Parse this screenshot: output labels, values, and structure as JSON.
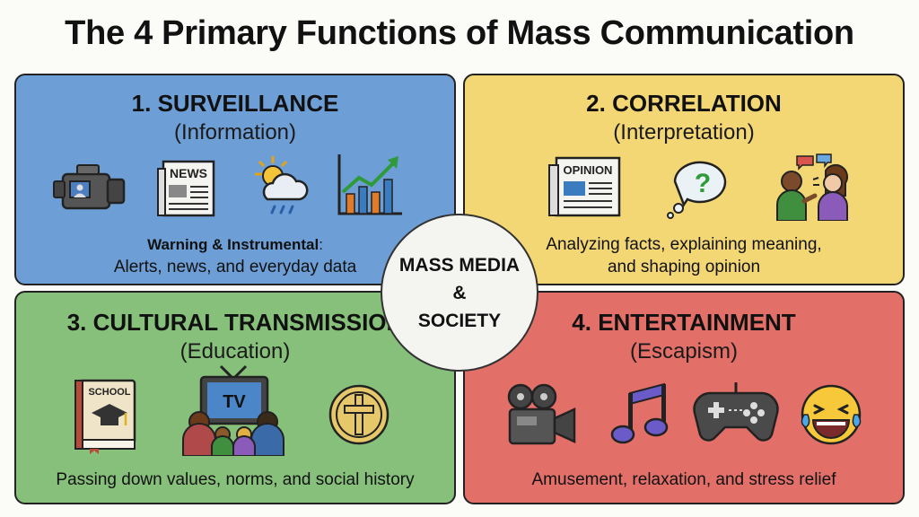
{
  "title": "The 4 Primary Functions of Mass Communication",
  "center": {
    "line1": "MASS MEDIA",
    "line2": "&",
    "line3": "SOCIETY"
  },
  "panels": [
    {
      "title": "1. SURVEILLANCE",
      "subtitle": "(Information)",
      "desc_bold": "Warning & Instrumental",
      "desc_after_bold": ":",
      "desc_line2": "Alerts, news, and everyday data",
      "icon_labels": {
        "news": "NEWS"
      },
      "icons": [
        "video-camera-icon",
        "newspaper-icon",
        "weather-icon",
        "growth-chart-icon"
      ],
      "color": "#6d9fd6"
    },
    {
      "title": "2. CORRELATION",
      "subtitle": "(Interpretation)",
      "desc_line1": "Analyzing facts, explaining meaning,",
      "desc_line2": "and shaping opinion",
      "icon_labels": {
        "opinion": "OPINION",
        "question": "?"
      },
      "icons": [
        "opinion-newspaper-icon",
        "question-bubble-icon",
        "debating-people-icon"
      ],
      "color": "#f3d775"
    },
    {
      "title": "3. CULTURAL TRANSMISSION",
      "subtitle": "(Education)",
      "desc_line1": "Passing down values, norms, and social history",
      "icon_labels": {
        "school": "SCHOOL",
        "tv": "TV"
      },
      "icons": [
        "school-book-icon",
        "family-tv-icon",
        "cross-emblem-icon"
      ],
      "color": "#86c07a"
    },
    {
      "title": "4. ENTERTAINMENT",
      "subtitle": "(Escapism)",
      "desc_line1": "Amusement, relaxation, and stress relief",
      "icons": [
        "film-camera-icon",
        "music-note-icon",
        "game-controller-icon",
        "laughing-emoji-icon"
      ],
      "color": "#e26f68"
    }
  ]
}
